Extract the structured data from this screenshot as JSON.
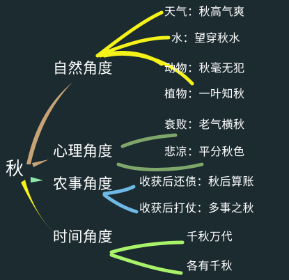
{
  "root": "秋",
  "branches": [
    {
      "label": "自然角度",
      "color": "#f5f219",
      "leaves": [
        "天气：秋高气爽",
        "水：望穿秋水",
        "动物：秋毫无犯",
        "植物：一叶知秋"
      ]
    },
    {
      "label": "心理角度",
      "color": "#7fa66a",
      "leaves": [
        "衰败：老气横秋",
        "悲凉：平分秋色"
      ]
    },
    {
      "label": "农事角度",
      "color": "#6fb9e6",
      "leaves": [
        "收获后还债：秋后算账",
        "收获后打仗：多事之秋"
      ]
    },
    {
      "label": "时间角度",
      "color": "#a9f36a",
      "leaves": [
        "千秋万代",
        "各有千秋"
      ]
    }
  ]
}
